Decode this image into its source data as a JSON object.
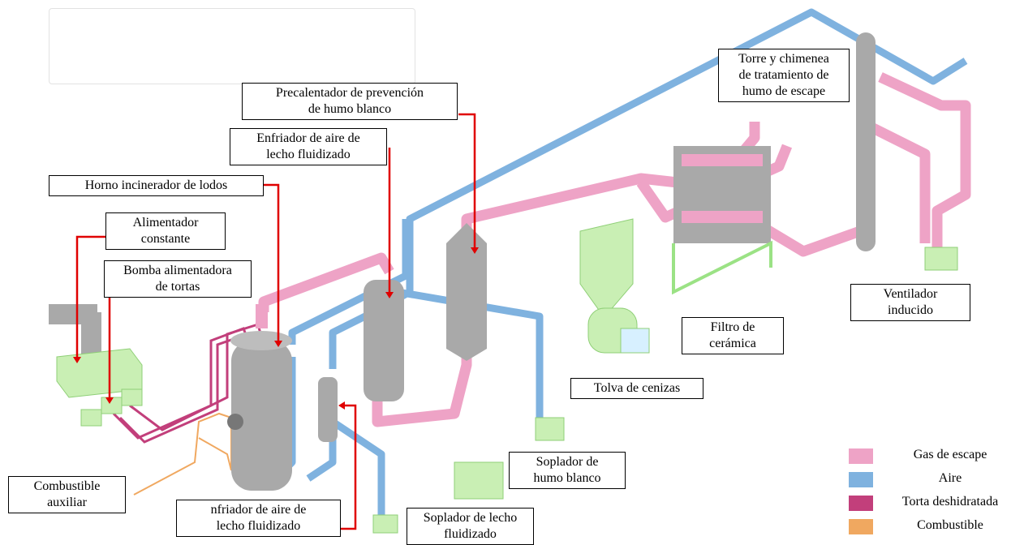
{
  "labels": {
    "precalentador": [
      "Precalentador de prevención",
      "de humo blanco"
    ],
    "enfriador_top": [
      "Enfriador de aire de",
      "lecho fluidizado"
    ],
    "horno": "Horno incinerador de lodos",
    "alimentador": [
      "Alimentador",
      "constante"
    ],
    "bomba": [
      "Bomba alimentadora",
      "de tortas"
    ],
    "combustible_aux": [
      "Combustible",
      "auxiliar"
    ],
    "enfriador_bottom": [
      "nfriador de aire de",
      "lecho fluidizado"
    ],
    "soplador_lecho": [
      "Soplador de lecho",
      "fluidizado"
    ],
    "soplador_humo": [
      "Soplador de",
      "humo blanco"
    ],
    "tolva": "Tolva de cenizas",
    "filtro": [
      "Filtro de",
      "cerámica"
    ],
    "torre": [
      "Torre y chimenea",
      "de tratamiento de",
      "humo de escape"
    ],
    "ventilador": [
      "Ventilador",
      "inducido"
    ]
  },
  "legend": [
    {
      "label": "Gas de escape",
      "color": "#eea3c6"
    },
    {
      "label": "Aire",
      "color": "#7fb2df"
    },
    {
      "label": "Torta deshidratada",
      "color": "#c23f7b"
    },
    {
      "label": "Combustible",
      "color": "#f0a860"
    }
  ],
  "colors": {
    "exhaust": "#eea3c6",
    "air": "#7fb2df",
    "cake": "#c23f7b",
    "fuel": "#f0a860",
    "equipment_gray": "#a9a9a9",
    "equipment_green": "#c9efb4",
    "callout_red": "#e00000"
  }
}
